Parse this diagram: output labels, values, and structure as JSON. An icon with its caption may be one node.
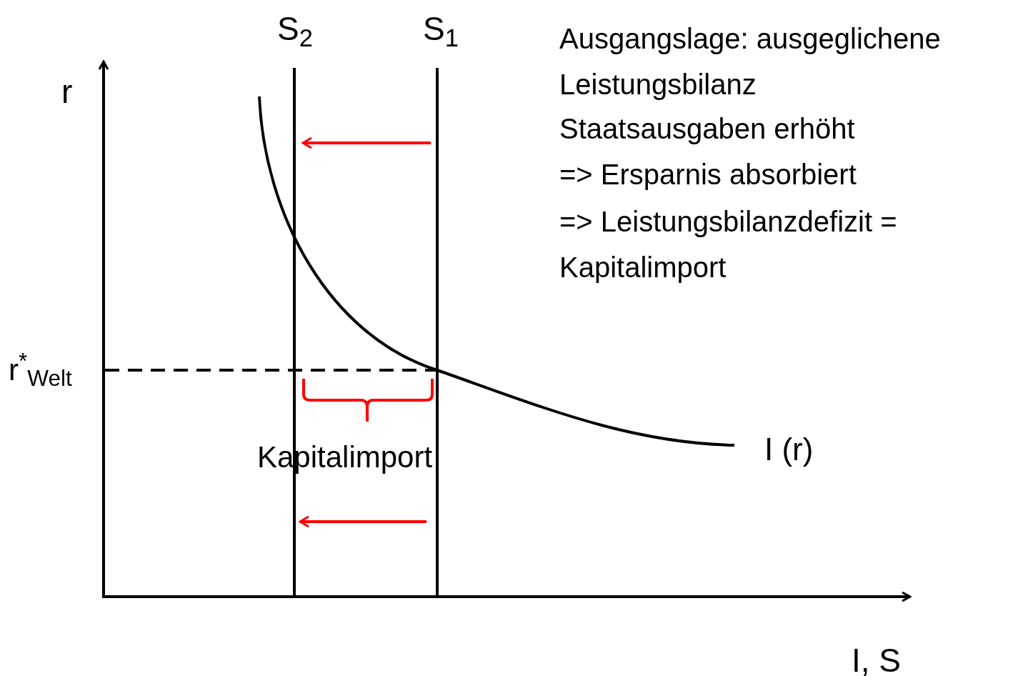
{
  "diagram": {
    "labels": [
      "S$_{2}$",
      "S$_{1}$",
      "r",
      "r$^{*}$$_{Welt}$",
      "Kapitalimport",
      "I (r)",
      "I, S",
      "Ausgangslage: ausgeglichene Leistungsbilanz",
      "Staatsausgaben erhöht",
      "=> Ersparnis absorbiert",
      "=> Leistungsbilanzdefizit = Kapitalimport"
    ]
  }
}
